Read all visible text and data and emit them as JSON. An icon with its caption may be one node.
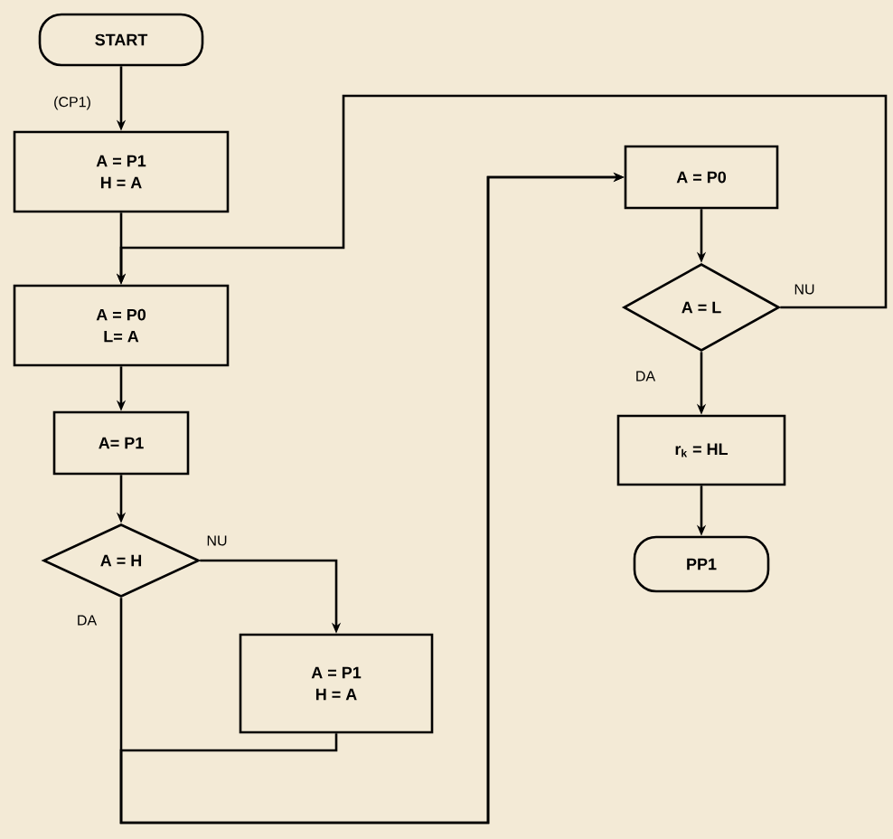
{
  "diagram": {
    "nodes": [
      {
        "text": [
          "START"
        ]
      },
      {
        "text": [
          "A = P1",
          "H = A"
        ]
      },
      {
        "text": [
          "A = P0",
          "L= A"
        ]
      },
      {
        "text": [
          "A= P1"
        ]
      },
      {
        "text": [
          "A = H"
        ]
      },
      {
        "text": [
          "A = P1",
          "H = A"
        ]
      },
      {
        "text": [
          "A = P0"
        ]
      },
      {
        "text": [
          "A = L"
        ]
      },
      {
        "text": [
          "r$_{k}$ = HL"
        ]
      },
      {
        "text": [
          "PP1"
        ]
      }
    ],
    "edges": [
      {
        "from": 0,
        "to": 1,
        "arrow": "to",
        "label": "(CP1)"
      },
      {
        "from": 1,
        "to": 2,
        "arrow": "to"
      },
      {
        "from": 2,
        "to": 3,
        "arrow": "to"
      },
      {
        "from": 3,
        "to": 4,
        "arrow": "to"
      },
      {
        "from": 4,
        "to": 5,
        "arrow": "to",
        "label": "NU"
      },
      {
        "from": 4,
        "to": 6,
        "arrow": "to",
        "label": "DA"
      },
      {
        "from": 5,
        "to": 6,
        "arrow": "to"
      },
      {
        "from": 6,
        "to": 7,
        "arrow": "to"
      },
      {
        "from": 7,
        "to": 8,
        "arrow": "to",
        "label": "DA"
      },
      {
        "from": 7,
        "to": 2,
        "arrow": "to",
        "label": "NU"
      },
      {
        "from": 8,
        "to": 9,
        "arrow": "to"
      }
    ]
  }
}
